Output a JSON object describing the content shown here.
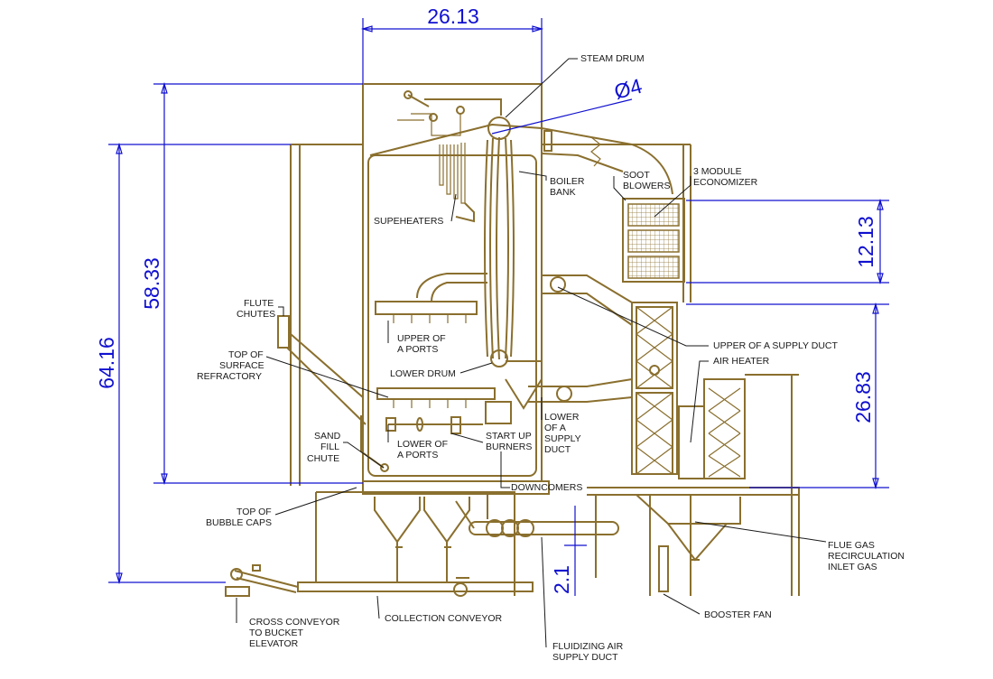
{
  "dimensions": {
    "top_width": "26.13",
    "drum_diameter": "Ø4",
    "height_58": "58.33",
    "height_64": "64.16",
    "economizer_height": "12.13",
    "air_heater_height": "26.83",
    "fan_height": "2.1"
  },
  "labels": {
    "steam_drum": "STEAM DRUM",
    "boiler_bank_1": "BOILER",
    "boiler_bank_2": "BANK",
    "soot_blowers_1": "SOOT",
    "soot_blowers_2": "BLOWERS",
    "economizer_1": "3 MODULE",
    "economizer_2": "ECONOMIZER",
    "superheaters": "SUPEHEATERS",
    "flute_chutes_1": "FLUTE",
    "flute_chutes_2": "CHUTES",
    "upper_a_ports_1": "UPPER OF",
    "upper_a_ports_2": "A PORTS",
    "top_refractory_1": "TOP OF",
    "top_refractory_2": "SURFACE",
    "top_refractory_3": "REFRACTORY",
    "lower_drum": "LOWER DRUM",
    "upper_supply_duct": "UPPER OF A SUPPLY DUCT",
    "air_heater": "AIR HEATER",
    "lower_supply_duct_1": "LOWER",
    "lower_supply_duct_2": "OF A",
    "lower_supply_duct_3": "SUPPLY",
    "lower_supply_duct_4": "DUCT",
    "sand_fill_1": "SAND",
    "sand_fill_2": "FILL",
    "sand_fill_3": "CHUTE",
    "lower_a_ports_1": "LOWER OF",
    "lower_a_ports_2": "A PORTS",
    "startup_burners_1": "START UP",
    "startup_burners_2": "BURNERS",
    "downcomers": "DOWNCOMERS",
    "bubble_caps_1": "TOP OF",
    "bubble_caps_2": "BUBBLE CAPS",
    "flue_gas_1": "FLUE GAS",
    "flue_gas_2": "RECIRCULATION",
    "flue_gas_3": "INLET GAS",
    "booster_fan": "BOOSTER FAN",
    "cross_conveyor_1": "CROSS CONVEYOR",
    "cross_conveyor_2": "TO BUCKET",
    "cross_conveyor_3": "ELEVATOR",
    "collection_conveyor": "COLLECTION CONVEYOR",
    "fluidizing_air_1": "FLUIDIZING AIR",
    "fluidizing_air_2": "SUPPLY DUCT"
  }
}
